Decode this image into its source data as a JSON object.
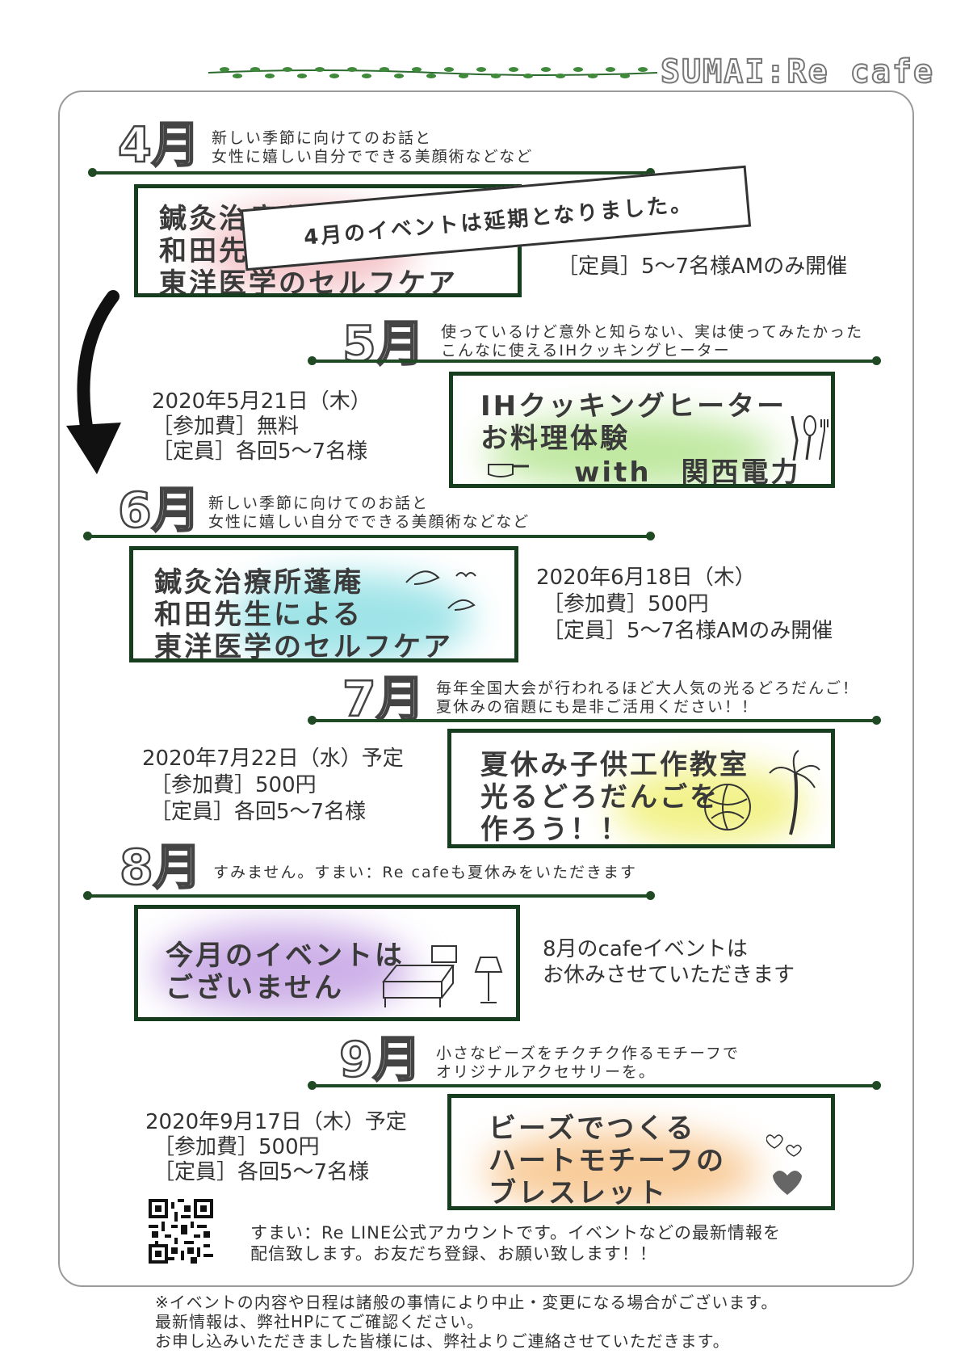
{
  "brand": "SUMAI:Re cafe",
  "april": {
    "month": "4月",
    "desc1": "新しい季節に向けてのお話と",
    "desc2": "女性に嬉しい自分でできる美顔術などなど",
    "title1": "鍼灸治療所蓬庵",
    "title2": "和田先生",
    "title3": "東洋医学のセルフケア",
    "info_partial": "月",
    "capacity": "［定員］5〜7名様AMのみ開催",
    "banner": "4月のイベントは延期となりました。"
  },
  "may": {
    "month": "5月",
    "desc1": "使っているけど意外と知らない、実は使ってみたかった",
    "desc2": "こんなに使えるIHクッキングヒーター",
    "date": "2020年5月21日（木）",
    "fee": "［参加費］無料",
    "capacity": "［定員］各回5〜7名様",
    "title1": "IHクッキングヒーター",
    "title2": "お料理体験",
    "title3": "with　関西電力"
  },
  "june": {
    "month": "6月",
    "desc1": "新しい季節に向けてのお話と",
    "desc2": "女性に嬉しい自分でできる美顔術などなど",
    "title1": "鍼灸治療所蓬庵",
    "title2": "和田先生による",
    "title3": "東洋医学のセルフケア",
    "date": "2020年6月18日（木）",
    "fee": "［参加費］500円",
    "capacity": "［定員］5〜7名様AMのみ開催"
  },
  "july": {
    "month": "7月",
    "desc1": "毎年全国大会が行われるほど大人気の光るどろだんご！",
    "desc2": "夏休みの宿題にも是非ご活用ください！！",
    "date": "2020年7月22日（水）予定",
    "fee": "［参加費］500円",
    "capacity": "［定員］各回5〜7名様",
    "title1": "夏休み子供工作教室",
    "title2": "光るどろだんごを",
    "title3": "作ろう！！"
  },
  "august": {
    "month": "8月",
    "desc1": "すみません。すまい：Re cafeも夏休みをいただきます",
    "title1": "今月のイベントは",
    "title2": "ございません",
    "info1": "8月のcafeイベントは",
    "info2": "お休みさせていただきます"
  },
  "september": {
    "month": "9月",
    "desc1": "小さなビーズをチクチク作るモチーフで",
    "desc2": "オリジナルアクセサリーを。",
    "date": "2020年9月17日（木）予定",
    "fee": "［参加費］500円",
    "capacity": "［定員］各回5〜7名様",
    "title1": "ビーズでつくる",
    "title2": "ハートモチーフの",
    "title3": "ブレスレット"
  },
  "line": {
    "text1": "すまい：Re LINE公式アカウントです。イベントなどの最新情報を",
    "text2": "配信致します。お友だち登録、お願い致します！！"
  },
  "footer": {
    "note1": "※イベントの内容や日程は諸般の事情により中止・変更になる場合がございます。",
    "note2": "最新情報は、弊社HPにてご確認ください。",
    "note3": "お申し込みいただきました皆様には、弊社よりご連絡させていただきます。"
  },
  "colors": {
    "frame_green": "#163d1d",
    "april_glow": "#f4c4c8",
    "may_glow": "#bfe8a0",
    "june_glow": "#9fe4e8",
    "july_glow": "#f2f28a",
    "august_glow": "#cdb0e8",
    "september_glow": "#f8cc9a"
  }
}
